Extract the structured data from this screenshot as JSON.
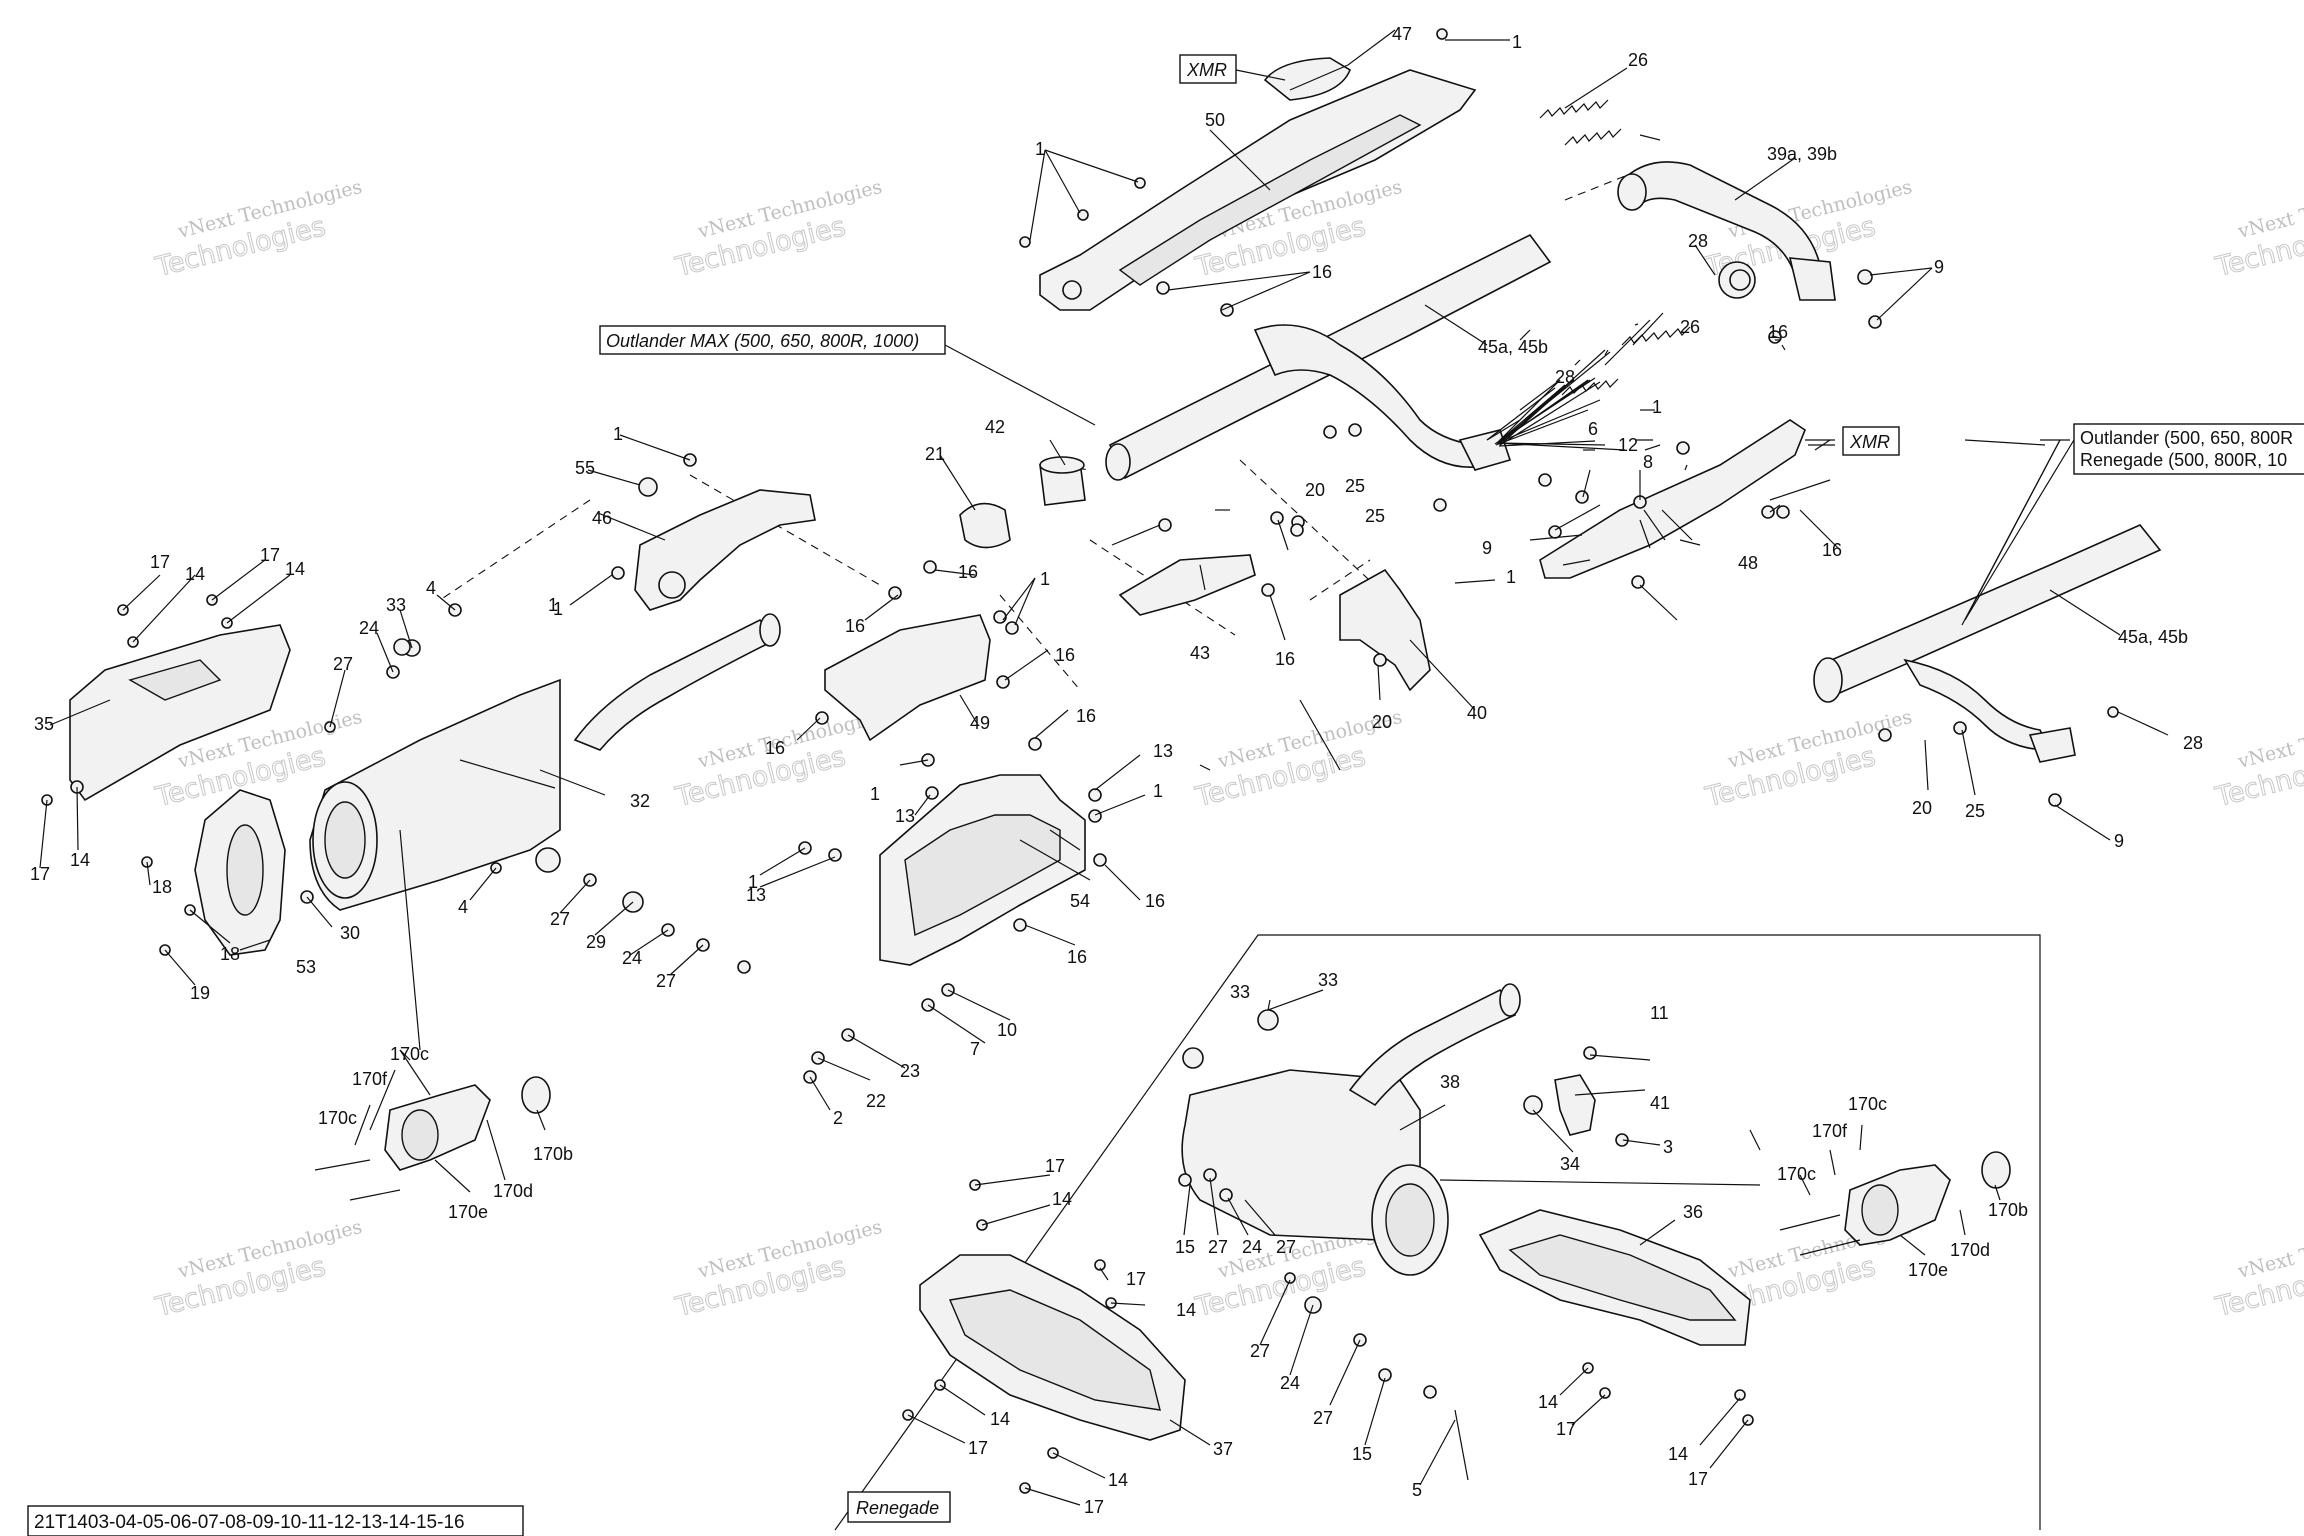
{
  "diagram": {
    "boxed_labels": {
      "xmr_top": "XMR",
      "xmr_right": "XMR",
      "outlander_max": "Outlander MAX (500, 650, 800R, 1000)",
      "outlander_line1": "Outlander (500, 650, 800R",
      "outlander_line2": "Renegade (500, 800R, 10",
      "renegade": "Renegade"
    },
    "diagram_code": "21T1403-04-05-06-07-08-09-10-11-12-13-14-15-16",
    "watermark_line1": "vNext Technologies",
    "watermark_line2": "Technologies",
    "part_labels": {
      "p47": "47",
      "p1_top": "1",
      "p26_top": "26",
      "p50": "50",
      "p39": "39a, 39b",
      "p1_a": "1",
      "p28_a": "28",
      "p9_a": "9",
      "p16_a": "16",
      "p45_main": "45a, 45b",
      "p26_mid": "26",
      "p16_b": "16",
      "p28_b": "28",
      "p1_b": "1",
      "p6": "6",
      "p12": "12",
      "p8": "8",
      "p42": "42",
      "p21": "21",
      "p55": "55",
      "p1_c": "1",
      "p46": "46",
      "p1_d": "1",
      "p20_a": "20",
      "p25_a": "25",
      "p25_b": "25",
      "p9_b": "9",
      "p1_e": "1",
      "p48": "48",
      "p16_c": "16",
      "p17_a": "17",
      "p17_b": "17",
      "p14_a": "14",
      "p14_b": "14",
      "p4_a": "4",
      "p33_a": "33",
      "p24_a": "24",
      "p16_d": "16",
      "p1_f": "1",
      "p16_e": "16",
      "p43": "43",
      "p16_f": "16",
      "p40": "40",
      "p20_b": "20",
      "p16_g": "16",
      "p1_g": "1",
      "p27_a": "27",
      "p35": "35",
      "p49": "49",
      "p16_h": "16",
      "p16_i": "16",
      "p32": "32",
      "p13_a": "13",
      "p1_h": "1",
      "p13_b": "13",
      "p1_i": "1",
      "p17_c": "17",
      "p14_c": "14",
      "p18_a": "18",
      "p30": "30",
      "p4_b": "4",
      "p27_b": "27",
      "p29": "29",
      "p24_b": "24",
      "p27_c": "27",
      "p13_c": "13",
      "p1_j": "1",
      "p54": "54",
      "p16_j": "16",
      "p16_k": "16",
      "p18_b": "18",
      "p53": "53",
      "p19": "19",
      "p10": "10",
      "p7": "7",
      "p23": "23",
      "p22": "22",
      "p2": "2",
      "p45_side": "45a, 45b",
      "p28_c": "28",
      "p20_c": "20",
      "p25_c": "25",
      "p9_c": "9",
      "p170c_a": "170c",
      "p170f_a": "170f",
      "p170c_b": "170c",
      "p170b_a": "170b",
      "p170d_a": "170d",
      "p170e_a": "170e",
      "p33_b": "33",
      "p33_c": "33",
      "p11": "11",
      "p38": "38",
      "p41": "41",
      "p3": "3",
      "p34": "34",
      "p17_d": "17",
      "p14_d": "14",
      "p15_a": "15",
      "p27_d": "27",
      "p24_c": "24",
      "p27_e": "27",
      "p36": "36",
      "p170c_c": "170c",
      "p170f_b": "170f",
      "p170c_d": "170c",
      "p170b_b": "170b",
      "p170d_b": "170d",
      "p170e_b": "170e",
      "p17_e": "17",
      "p14_e": "14",
      "p27_f": "27",
      "p24_d": "24",
      "p27_g": "27",
      "p15_b": "15",
      "p5": "5",
      "p14_f": "14",
      "p17_f": "17",
      "p14_g": "14",
      "p17_g": "17",
      "p14_h": "14",
      "p17_h": "17",
      "p37": "37",
      "p14_i": "14",
      "p17_i": "17"
    }
  }
}
